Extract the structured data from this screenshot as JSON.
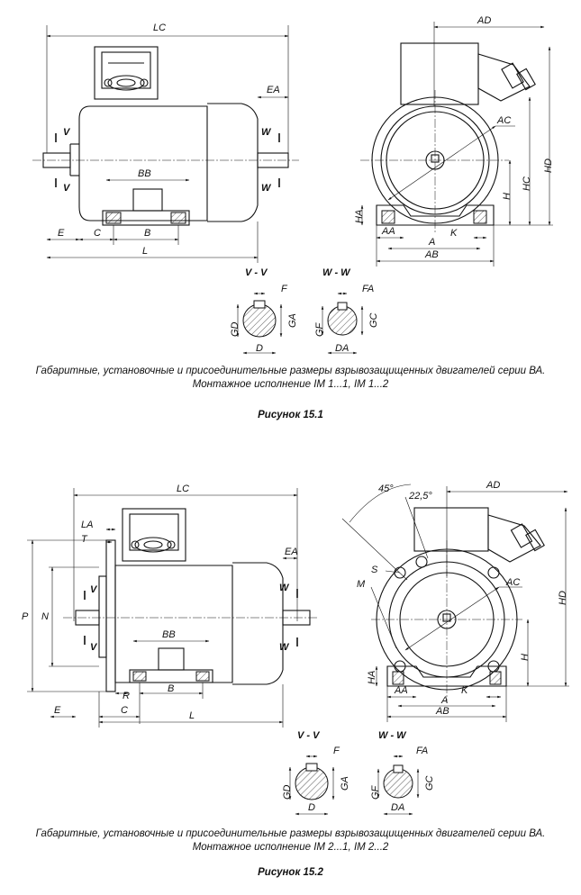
{
  "figures": [
    {
      "caption_line1": "Габаритные, установочные и присоединительные размеры взрывозащищенных двигателей серии ВА.",
      "caption_line2": "Монтажное исполнение IM 1...1, IM 1...2",
      "title": "Рисунок 15.1",
      "side_labels": {
        "LC": "LC",
        "EA": "EA",
        "V": "V",
        "W": "W",
        "BB": "BB",
        "E": "E",
        "C": "C",
        "B": "B",
        "L": "L"
      },
      "front_labels": {
        "AD": "AD",
        "AC": "AC",
        "HD": "HD",
        "HC": "HC",
        "H": "H",
        "HA": "HA",
        "AA": "AA",
        "A": "A",
        "K": "K",
        "AB": "AB"
      },
      "section_v": {
        "title": "V - V",
        "F": "F",
        "GD": "GD",
        "GA": "GA",
        "D": "D"
      },
      "section_w": {
        "title": "W - W",
        "FA": "FA",
        "GF": "GF",
        "GC": "GC",
        "DA": "DA"
      }
    },
    {
      "caption_line1": "Габаритные, установочные и присоединительные размеры взрывозащищенных двигателей серии ВА.",
      "caption_line2": "Монтажное исполнение IM 2...1, IM 2...2",
      "title": "Рисунок 15.2",
      "side_labels": {
        "LC": "LC",
        "LA": "LA",
        "T": "T",
        "EA": "EA",
        "P": "P",
        "N": "N",
        "V": "V",
        "W": "W",
        "BB": "BB",
        "R": "R",
        "E": "E",
        "C": "C",
        "B": "B",
        "L": "L"
      },
      "front_labels": {
        "angle45": "45°",
        "angle22": "22,5°",
        "AD": "AD",
        "S": "S",
        "M": "M",
        "AC": "AC",
        "HD": "HD",
        "H": "H",
        "HA": "HA",
        "AA": "AA",
        "A": "A",
        "K": "K",
        "AB": "AB"
      },
      "section_v": {
        "title": "V - V",
        "F": "F",
        "GD": "GD",
        "GA": "GA",
        "D": "D"
      },
      "section_w": {
        "title": "W - W",
        "FA": "FA",
        "GF": "GF",
        "GC": "GC",
        "DA": "DA"
      }
    }
  ]
}
